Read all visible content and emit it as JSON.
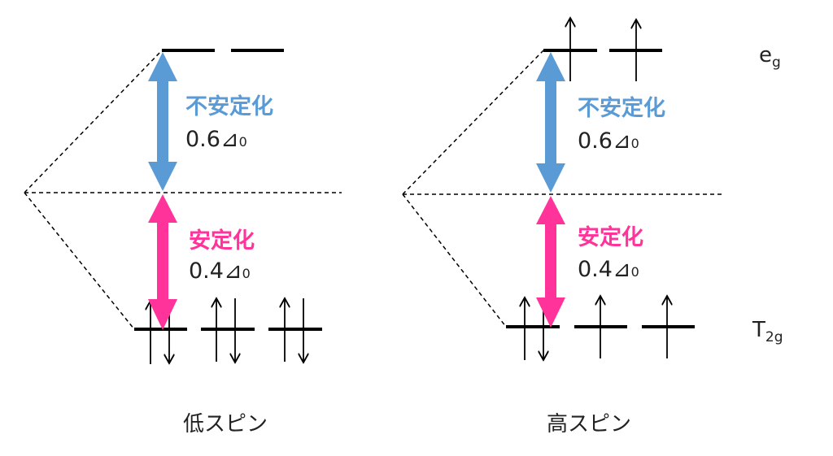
{
  "colors": {
    "destabilize": "#5B9BD5",
    "stabilize": "#FF3399"
  },
  "levels": {
    "eg": "e",
    "eg_sub": "g",
    "t2g": "T",
    "t2g_sub": "2g"
  },
  "low_spin": {
    "title": "低スピン",
    "destabilize_label": "不安定化",
    "destabilize_value": "0.6⊿",
    "destabilize_sub": "0",
    "stabilize_label": "安定化",
    "stabilize_value": "0.4⊿",
    "stabilize_sub": "0"
  },
  "high_spin": {
    "title": "高スピン",
    "destabilize_label": "不安定化",
    "destabilize_value": "0.6⊿",
    "destabilize_sub": "0",
    "stabilize_label": "安定化",
    "stabilize_value": "0.4⊿",
    "stabilize_sub": "0"
  }
}
